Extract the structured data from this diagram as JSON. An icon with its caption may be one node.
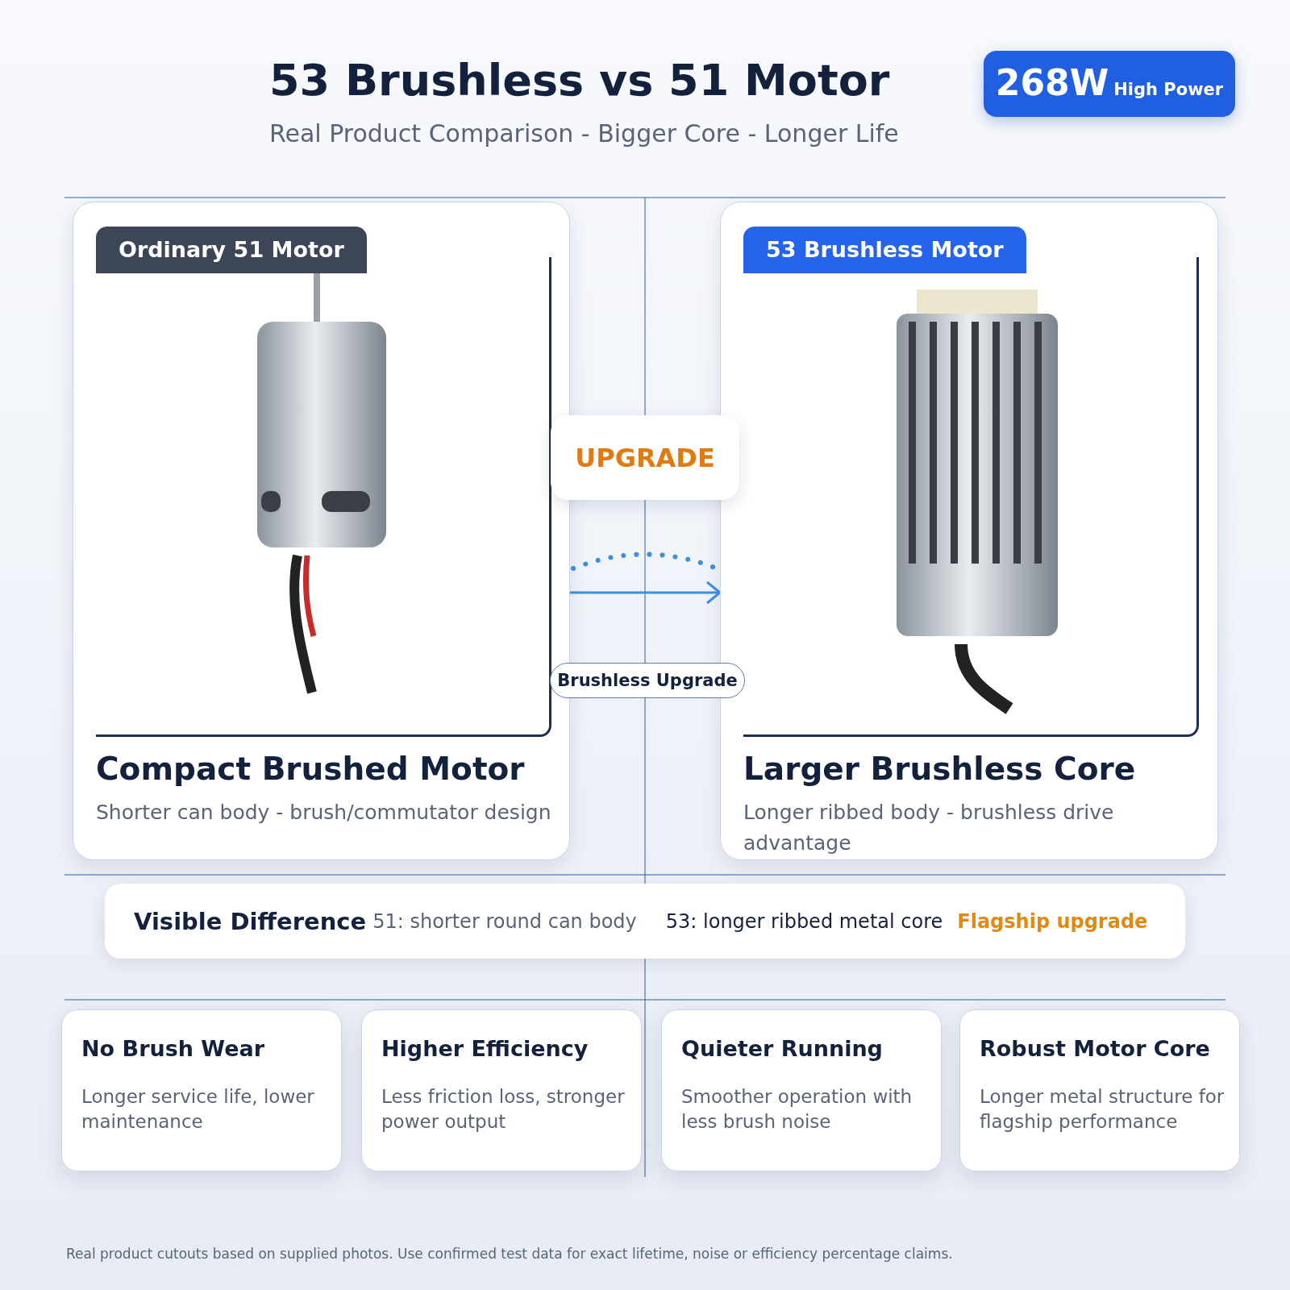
{
  "diagram": {
    "title": "53 Brushless vs 51 Motor",
    "nodes": [
      {
        "text": [
          "Ordinary 51 Motor",
          "Compact Brushed Motor",
          "Shorter can body - brush/commutator design"
        ]
      },
      {
        "text": [
          "53 Brushless Motor",
          "Larger Brushless Core",
          "Longer ribbed body - brushless drive advantage"
        ]
      },
      {
        "text": [
          "UPGRADE"
        ]
      },
      {
        "text": [
          "Brushless Upgrade"
        ]
      },
      {
        "text": [
          "268W",
          "High Power"
        ]
      },
      {
        "text": [
          "Visible Difference",
          "51: shorter round can body",
          "53: longer ribbed metal core",
          "Flagship upgrade"
        ]
      },
      {
        "text": [
          "No Brush Wear",
          "Longer service life, lower maintenance"
        ]
      },
      {
        "text": [
          "Higher Efficiency",
          "Less friction loss, stronger power output"
        ]
      },
      {
        "text": [
          "Quieter Running",
          "Smoother operation with less brush noise"
        ]
      },
      {
        "text": [
          "Robust Motor Core",
          "Longer metal structure for flagship performance"
        ]
      }
    ],
    "edges": [
      {
        "from": 0,
        "to": 1,
        "arrow": "to"
      }
    ],
    "labels": [
      "Real Product Comparison - Bigger Core - Longer Life"
    ],
    "caption": "Real product cutouts based on supplied photos. Use confirmed test data for exact lifetime, noise or efficiency percentage claims."
  }
}
